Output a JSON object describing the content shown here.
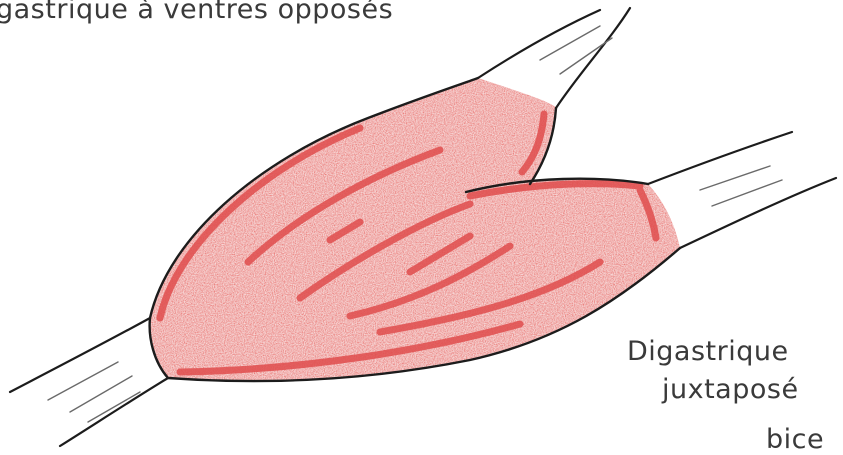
{
  "captions": {
    "top": "gastrique à ventres opposés",
    "right_line_1": "Digastrique",
    "right_line_2": "juxtaposé",
    "right_line_3": "bice"
  },
  "colors": {
    "muscle_fill": "#ea7470",
    "muscle_dark": "#df4c4c",
    "outline": "#1c1c1c",
    "tendon_fill": "#ffffff",
    "text": "#3a3a3a"
  }
}
